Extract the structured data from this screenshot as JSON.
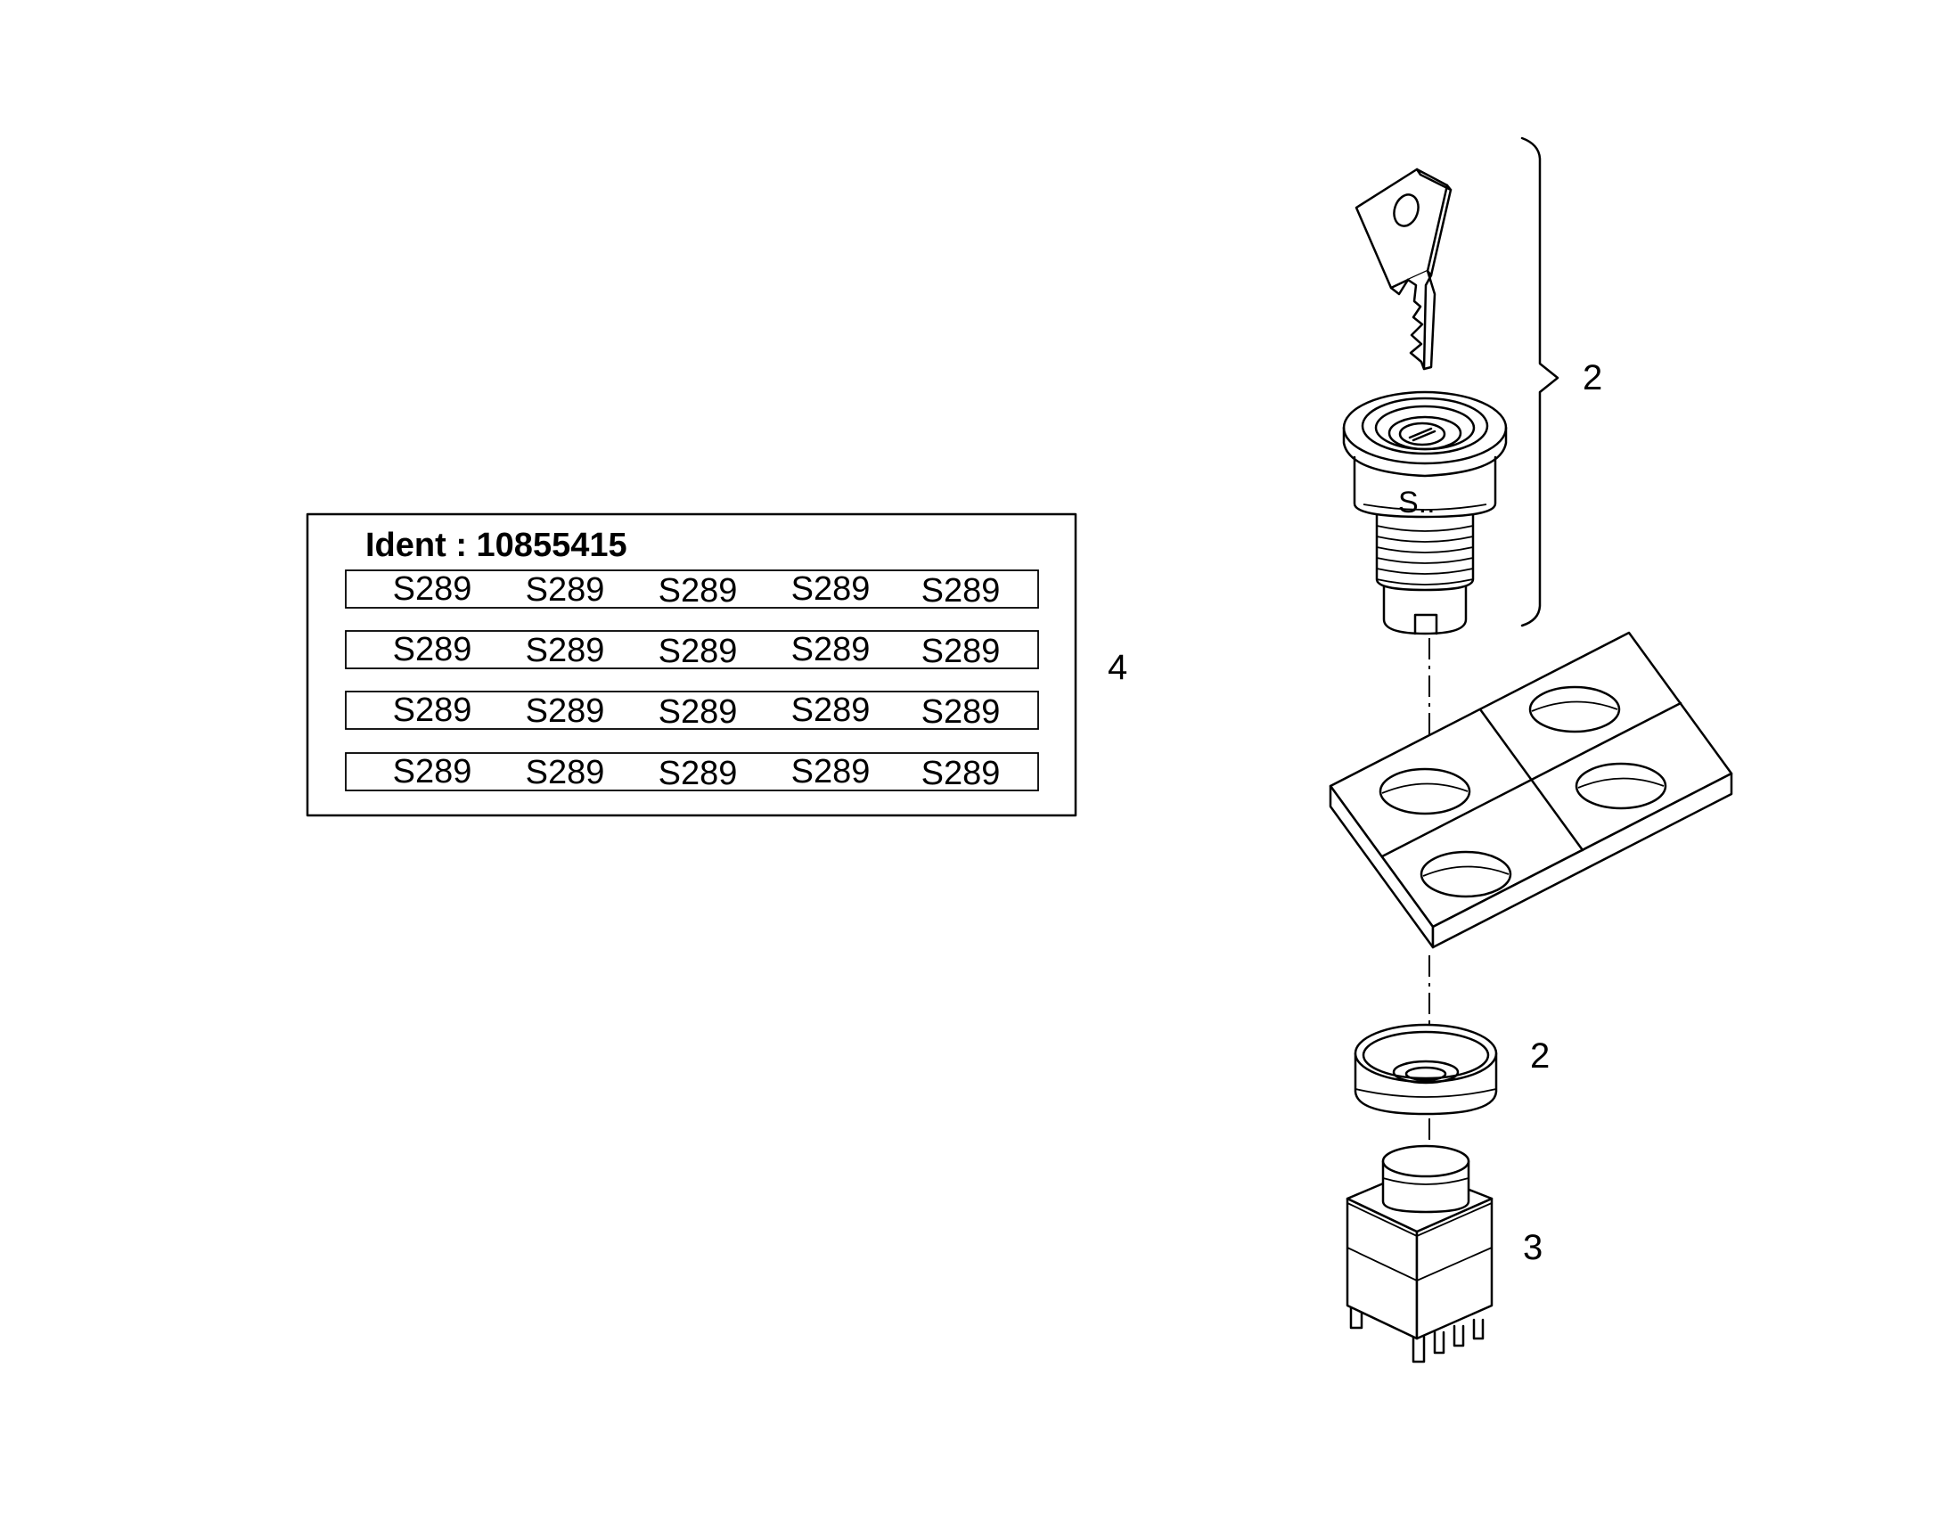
{
  "label_sheet": {
    "ident": "Ident : 10855415",
    "rows": [
      [
        "S289",
        "S289",
        "S289",
        "S289",
        "S289"
      ],
      [
        "S289",
        "S289",
        "S289",
        "S289",
        "S289"
      ],
      [
        "S289",
        "S289",
        "S289",
        "S289",
        "S289"
      ],
      [
        "S289",
        "S289",
        "S289",
        "S289",
        "S289"
      ]
    ]
  },
  "lock_cylinder_marking": "S..",
  "callouts": {
    "key_lock_group": "2",
    "label_sheet": "4",
    "bezel_ring": "2",
    "switch_block": "3"
  }
}
